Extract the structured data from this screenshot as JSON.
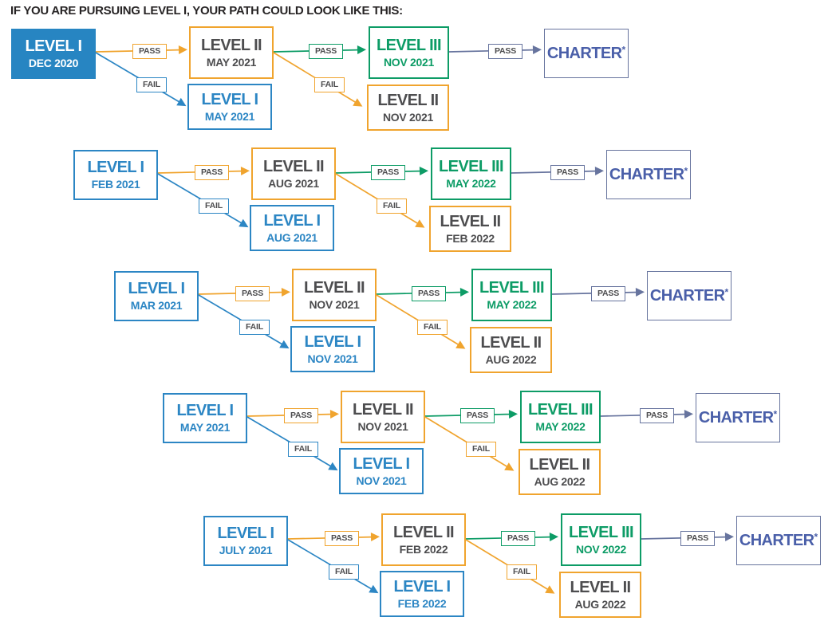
{
  "title": "IF YOU ARE PURSUING LEVEL I, YOUR PATH COULD LOOK LIKE THIS:",
  "labels": {
    "pass": "PASS",
    "fail": "FAIL"
  },
  "colors": {
    "blue": "#2C86C4",
    "orange": "#F0A42E",
    "green": "#0D9C66",
    "slate_border": "#67749E",
    "charter_text": "#4A5FA9",
    "dark_text": "#4D4D4F",
    "title_text": "#272425"
  },
  "rows": [
    {
      "start": {
        "title": "LEVEL I",
        "date": "DEC 2020",
        "highlighted": true
      },
      "level2": {
        "title": "LEVEL II",
        "date": "MAY 2021"
      },
      "level1_retake": {
        "title": "LEVEL I",
        "date": "MAY 2021"
      },
      "level3": {
        "title": "LEVEL III",
        "date": "NOV 2021"
      },
      "level2_retake": {
        "title": "LEVEL II",
        "date": "NOV 2021"
      },
      "charter": {
        "label": "CHARTER",
        "asterisk": "*"
      }
    },
    {
      "start": {
        "title": "LEVEL I",
        "date": "FEB 2021",
        "highlighted": false
      },
      "level2": {
        "title": "LEVEL II",
        "date": "AUG 2021"
      },
      "level1_retake": {
        "title": "LEVEL I",
        "date": "AUG 2021"
      },
      "level3": {
        "title": "LEVEL III",
        "date": "MAY 2022"
      },
      "level2_retake": {
        "title": "LEVEL II",
        "date": "FEB 2022"
      },
      "charter": {
        "label": "CHARTER",
        "asterisk": "*"
      }
    },
    {
      "start": {
        "title": "LEVEL I",
        "date": "MAR 2021",
        "highlighted": false
      },
      "level2": {
        "title": "LEVEL II",
        "date": "NOV 2021"
      },
      "level1_retake": {
        "title": "LEVEL I",
        "date": "NOV 2021"
      },
      "level3": {
        "title": "LEVEL III",
        "date": "MAY 2022"
      },
      "level2_retake": {
        "title": "LEVEL II",
        "date": "AUG 2022"
      },
      "charter": {
        "label": "CHARTER",
        "asterisk": "*"
      }
    },
    {
      "start": {
        "title": "LEVEL I",
        "date": "MAY 2021",
        "highlighted": false
      },
      "level2": {
        "title": "LEVEL II",
        "date": "NOV 2021"
      },
      "level1_retake": {
        "title": "LEVEL I",
        "date": "NOV 2021"
      },
      "level3": {
        "title": "LEVEL III",
        "date": "MAY 2022"
      },
      "level2_retake": {
        "title": "LEVEL II",
        "date": "AUG 2022"
      },
      "charter": {
        "label": "CHARTER",
        "asterisk": "*"
      }
    },
    {
      "start": {
        "title": "LEVEL I",
        "date": "JULY 2021",
        "highlighted": false
      },
      "level2": {
        "title": "LEVEL II",
        "date": "FEB 2022"
      },
      "level1_retake": {
        "title": "LEVEL I",
        "date": "FEB 2022"
      },
      "level3": {
        "title": "LEVEL III",
        "date": "NOV 2022"
      },
      "level2_retake": {
        "title": "LEVEL II",
        "date": "AUG 2022"
      },
      "charter": {
        "label": "CHARTER",
        "asterisk": "*"
      }
    }
  ]
}
